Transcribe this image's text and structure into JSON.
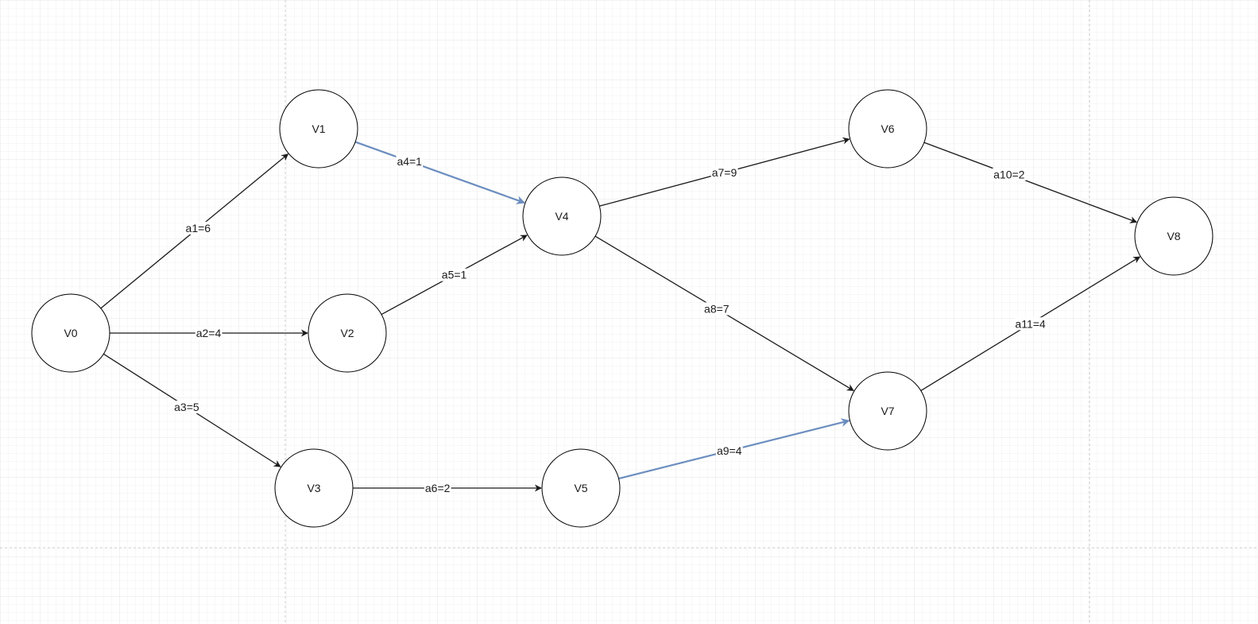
{
  "diagram": {
    "nodes": [
      {
        "id": "V0",
        "label": "V0"
      },
      {
        "id": "V1",
        "label": "V1"
      },
      {
        "id": "V2",
        "label": "V2"
      },
      {
        "id": "V3",
        "label": "V3"
      },
      {
        "id": "V4",
        "label": "V4"
      },
      {
        "id": "V5",
        "label": "V5"
      },
      {
        "id": "V6",
        "label": "V6"
      },
      {
        "id": "V7",
        "label": "V7"
      },
      {
        "id": "V8",
        "label": "V8"
      }
    ],
    "edges": [
      {
        "id": "a1",
        "from": "V0",
        "to": "V1",
        "label": "a1=6",
        "highlighted": false
      },
      {
        "id": "a2",
        "from": "V0",
        "to": "V2",
        "label": "a2=4",
        "highlighted": false
      },
      {
        "id": "a3",
        "from": "V0",
        "to": "V3",
        "label": "a3=5",
        "highlighted": false
      },
      {
        "id": "a4",
        "from": "V1",
        "to": "V4",
        "label": "a4=1",
        "highlighted": true
      },
      {
        "id": "a5",
        "from": "V2",
        "to": "V4",
        "label": "a5=1",
        "highlighted": false
      },
      {
        "id": "a6",
        "from": "V3",
        "to": "V5",
        "label": "a6=2",
        "highlighted": false
      },
      {
        "id": "a7",
        "from": "V4",
        "to": "V6",
        "label": "a7=9",
        "highlighted": false
      },
      {
        "id": "a8",
        "from": "V4",
        "to": "V7",
        "label": "a8=7",
        "highlighted": false
      },
      {
        "id": "a9",
        "from": "V5",
        "to": "V7",
        "label": "a9=4",
        "highlighted": true
      },
      {
        "id": "a10",
        "from": "V6",
        "to": "V8",
        "label": "a10=2",
        "highlighted": false
      },
      {
        "id": "a11",
        "from": "V7",
        "to": "V8",
        "label": "a11=4",
        "highlighted": false
      }
    ],
    "colors": {
      "edge": "#1a1a1a",
      "highlight": "#6c8ebf",
      "node_stroke": "#000000",
      "node_fill": "#ffffff",
      "grid_minor": "#eeeeee",
      "grid_major": "#e2e2e2",
      "page_break": "#cccccc"
    }
  }
}
